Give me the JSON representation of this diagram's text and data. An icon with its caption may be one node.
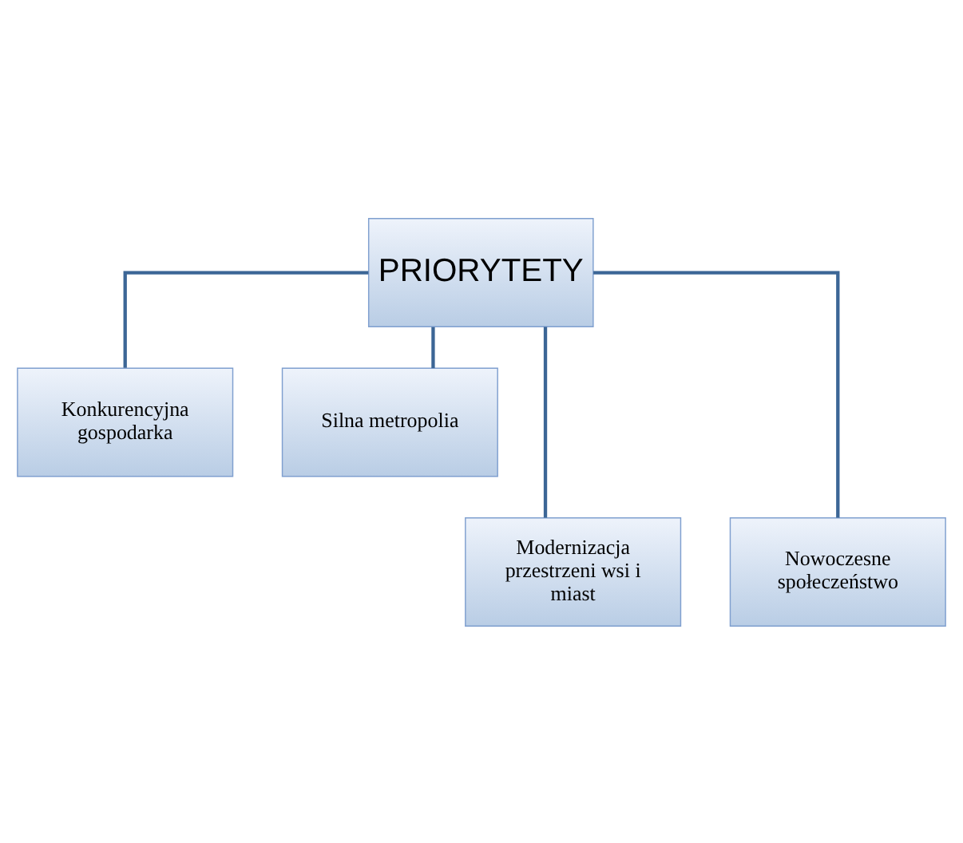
{
  "diagram": {
    "nodes": [
      {
        "text": [
          "PRIORYTETY"
        ]
      },
      {
        "text": [
          "Konkurencyjna gospodarka"
        ]
      },
      {
        "text": [
          "Silna metropolia"
        ]
      },
      {
        "text": [
          "Modernizacja przestrzeni wsi i miast"
        ]
      },
      {
        "text": [
          "Nowoczesne społeczeństwo"
        ]
      }
    ],
    "edges": [
      {
        "from": 0,
        "to": 1,
        "arrow": "none"
      },
      {
        "from": 0,
        "to": 2,
        "arrow": "none"
      },
      {
        "from": 0,
        "to": 3,
        "arrow": "none"
      },
      {
        "from": 0,
        "to": 4,
        "arrow": "none"
      }
    ]
  }
}
